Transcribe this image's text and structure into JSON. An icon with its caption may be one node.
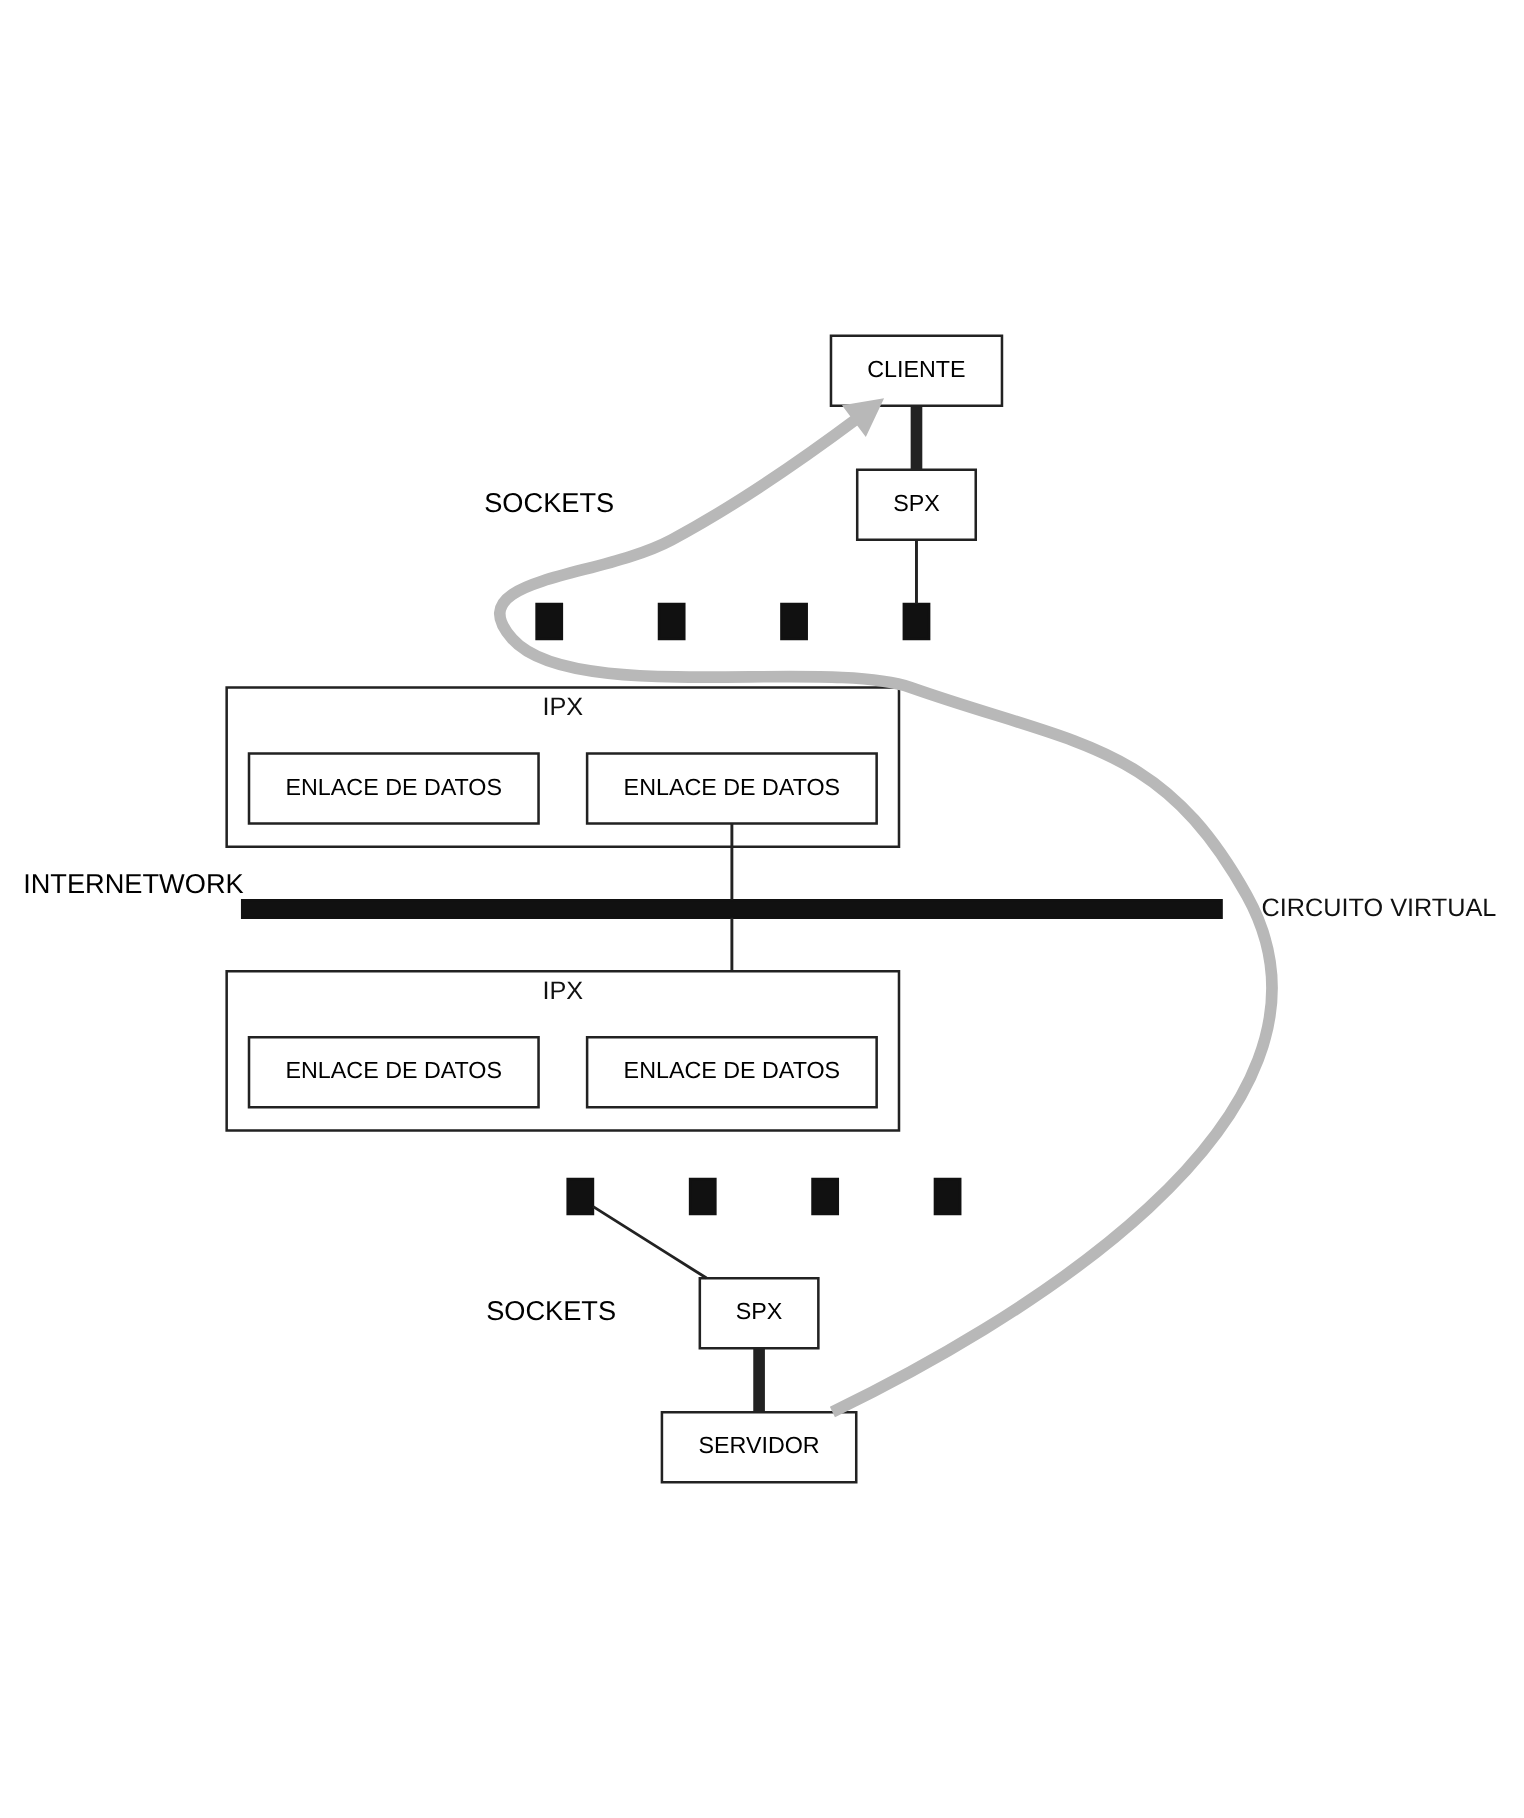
{
  "diagram": {
    "nodes": [
      {
        "text": [
          "CLIENTE"
        ]
      },
      {
        "text": [
          "SPX"
        ]
      },
      {
        "text": [],
        "shape": "box"
      },
      {
        "text": [],
        "shape": "box"
      },
      {
        "text": [],
        "shape": "box"
      },
      {
        "text": [],
        "shape": "box"
      },
      {
        "text": [
          "IPX"
        ]
      },
      {
        "text": [
          "ENLACE DE DATOS"
        ],
        "in": 6
      },
      {
        "text": [
          "ENLACE DE DATOS"
        ],
        "in": 6
      },
      {
        "text": [],
        "shape": "bar",
        "beside": [
          "INTERNETWORK"
        ]
      },
      {
        "text": [
          "IPX"
        ]
      },
      {
        "text": [
          "ENLACE DE DATOS"
        ],
        "in": 10
      },
      {
        "text": [
          "ENLACE DE DATOS"
        ],
        "in": 10
      },
      {
        "text": [],
        "shape": "box"
      },
      {
        "text": [],
        "shape": "box"
      },
      {
        "text": [],
        "shape": "box"
      },
      {
        "text": [],
        "shape": "box"
      },
      {
        "text": [
          "SPX"
        ]
      },
      {
        "text": [
          "SERVIDOR"
        ]
      }
    ],
    "edges": [
      {
        "from": 0,
        "to": 1,
        "arrow": "none",
        "style": "thick"
      },
      {
        "from": 1,
        "to": 5,
        "arrow": "none"
      },
      {
        "from": 7,
        "to": 9,
        "arrow": "none"
      },
      {
        "from": 9,
        "to": 10,
        "arrow": "none"
      },
      {
        "from": 13,
        "to": 17,
        "arrow": "none"
      },
      {
        "from": 17,
        "to": 18,
        "arrow": "none",
        "style": "thick"
      },
      {
        "from": 18,
        "to": 0,
        "arrow": "to",
        "label": "CIRCUITO VIRTUAL",
        "color": "#b8b8b8",
        "style": "thick"
      }
    ],
    "labels": [
      "SOCKETS",
      "SOCKETS"
    ]
  }
}
